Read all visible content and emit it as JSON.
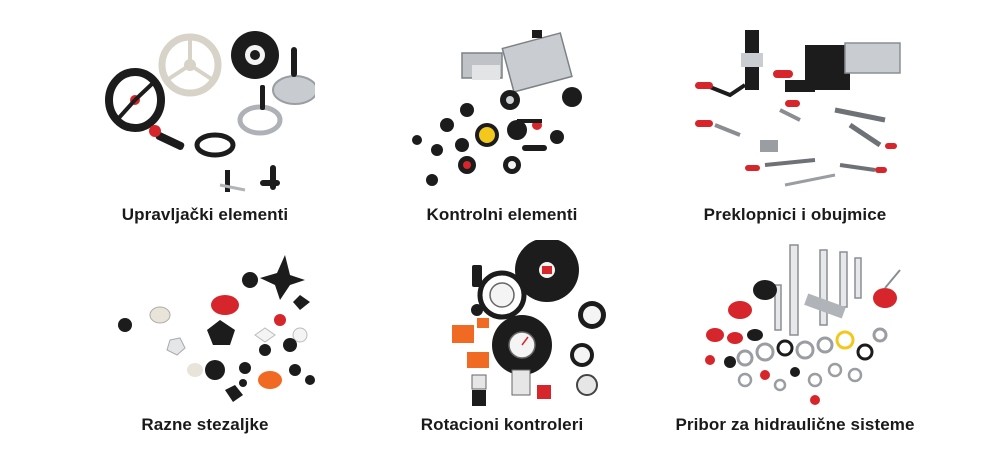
{
  "categories": [
    {
      "label": "Upravljački elementi"
    },
    {
      "label": "Kontrolni elementi"
    },
    {
      "label": "Preklopnici i obujmice"
    },
    {
      "label": "Razne stezaljke"
    },
    {
      "label": "Rotacioni kontroleri"
    },
    {
      "label": "Pribor za hidraulične sisteme"
    }
  ],
  "colors": {
    "accent_red": "#d6262b",
    "black": "#1c1c1c",
    "metal": "#b9bcc0",
    "yellow": "#f2c81c",
    "orange": "#f06a24",
    "label": "#1a1a1a"
  },
  "icons": [
    "handwheel-product-image",
    "control-knob-product-image",
    "toggle-clamp-product-image",
    "clamping-knob-product-image",
    "position-indicator-product-image",
    "hydraulic-accessory-product-image"
  ]
}
